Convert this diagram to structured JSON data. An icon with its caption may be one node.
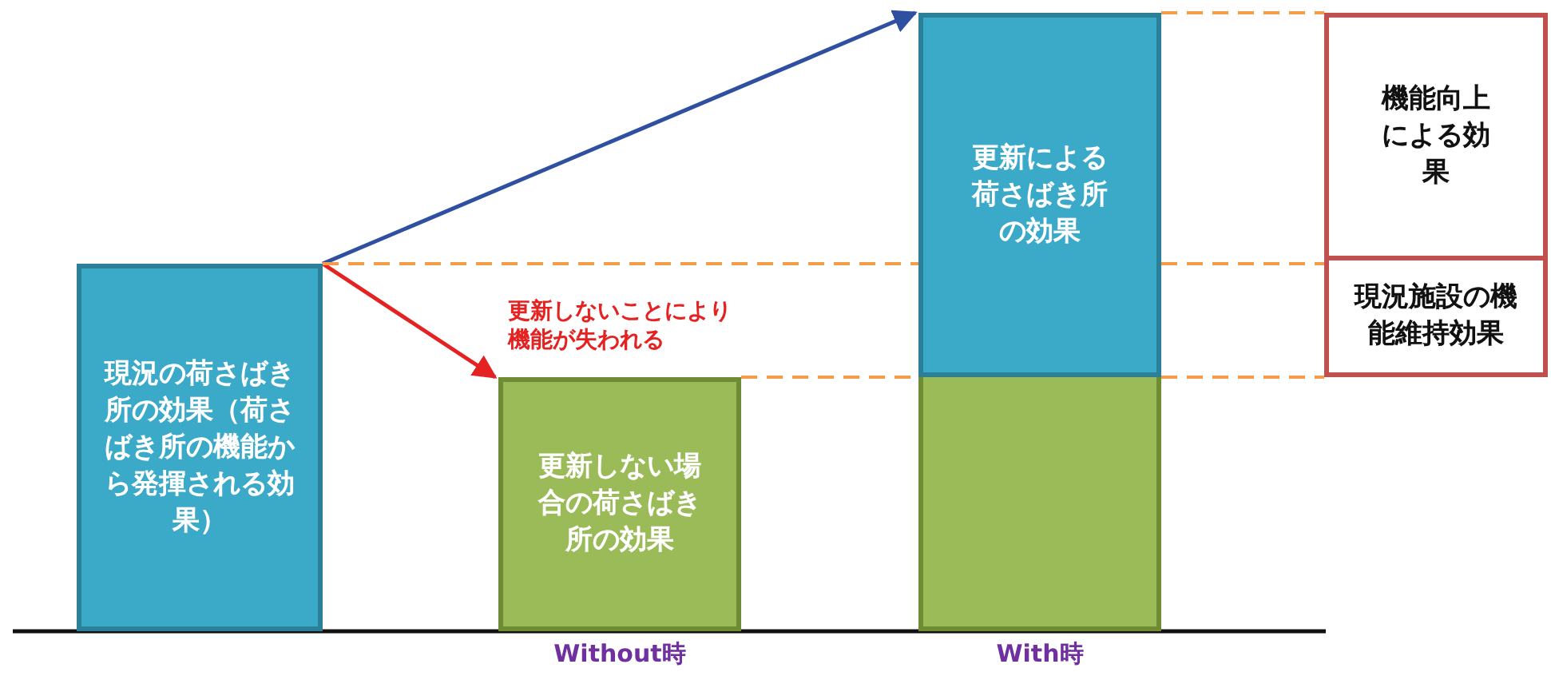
{
  "diagram": {
    "nodes": [
      {
        "text": [
          "現況の荷さばき所の効果（荷さばき所の機能から発揮される効果）"
        ]
      },
      {
        "text": [
          "更新しない場合の荷さばき所の効果"
        ],
        "beside": [
          "Without時"
        ]
      },
      {
        "text": [
          "更新による荷さばき所の効果"
        ]
      },
      {
        "text": [],
        "shape": "bar",
        "beside": [
          "With時"
        ]
      },
      {
        "text": [
          "機能向上による効果"
        ]
      },
      {
        "text": [
          "現況施設の機能維持効果"
        ]
      }
    ],
    "edges": [
      {
        "from": 0,
        "to": 2,
        "arrow": "to",
        "color": "#2f4fa0"
      },
      {
        "from": 0,
        "to": 1,
        "arrow": "to",
        "color": "#e52222",
        "label": "更新しないことにより機能が失われる"
      },
      {
        "from": 0,
        "to": 2,
        "arrow": "none",
        "style": "dashed",
        "color": "#f39c4a"
      },
      {
        "from": 1,
        "to": 3,
        "arrow": "none",
        "style": "dashed",
        "color": "#f39c4a"
      },
      {
        "from": 2,
        "to": 4,
        "arrow": "none",
        "style": "dashed",
        "color": "#f39c4a"
      },
      {
        "from": 2,
        "to": 5,
        "arrow": "none",
        "style": "dashed",
        "color": "#f39c4a"
      },
      {
        "from": 3,
        "to": 5,
        "arrow": "none",
        "style": "dashed",
        "color": "#f39c4a"
      }
    ]
  }
}
